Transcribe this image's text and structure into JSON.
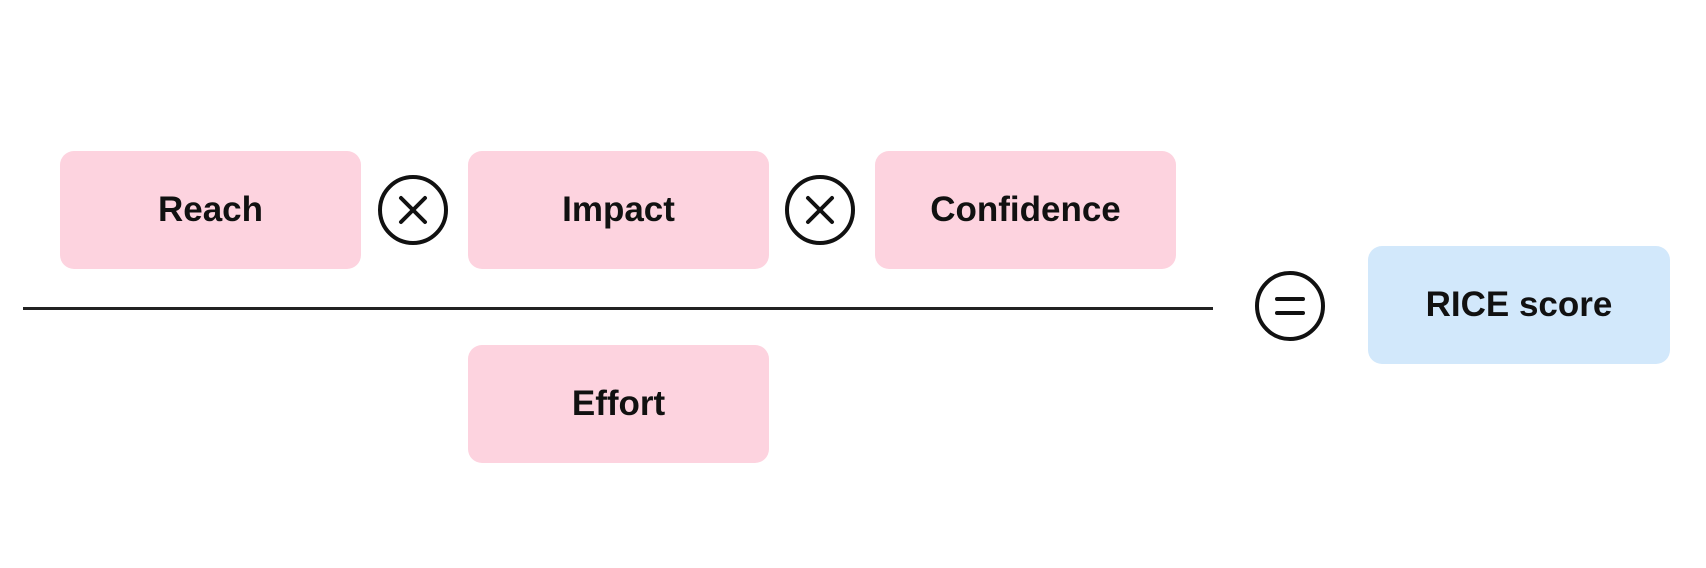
{
  "numerator": {
    "reach_label": "Reach",
    "impact_label": "Impact",
    "confidence_label": "Confidence"
  },
  "denominator": {
    "effort_label": "Effort"
  },
  "result": {
    "label": "RICE score"
  },
  "operators": {
    "multiply_icon": "circled-times-icon",
    "equals_icon": "circled-equals-icon"
  },
  "colors": {
    "factor_box": "#fdd3df",
    "result_box": "#d2e8fb",
    "stroke": "#111111"
  }
}
